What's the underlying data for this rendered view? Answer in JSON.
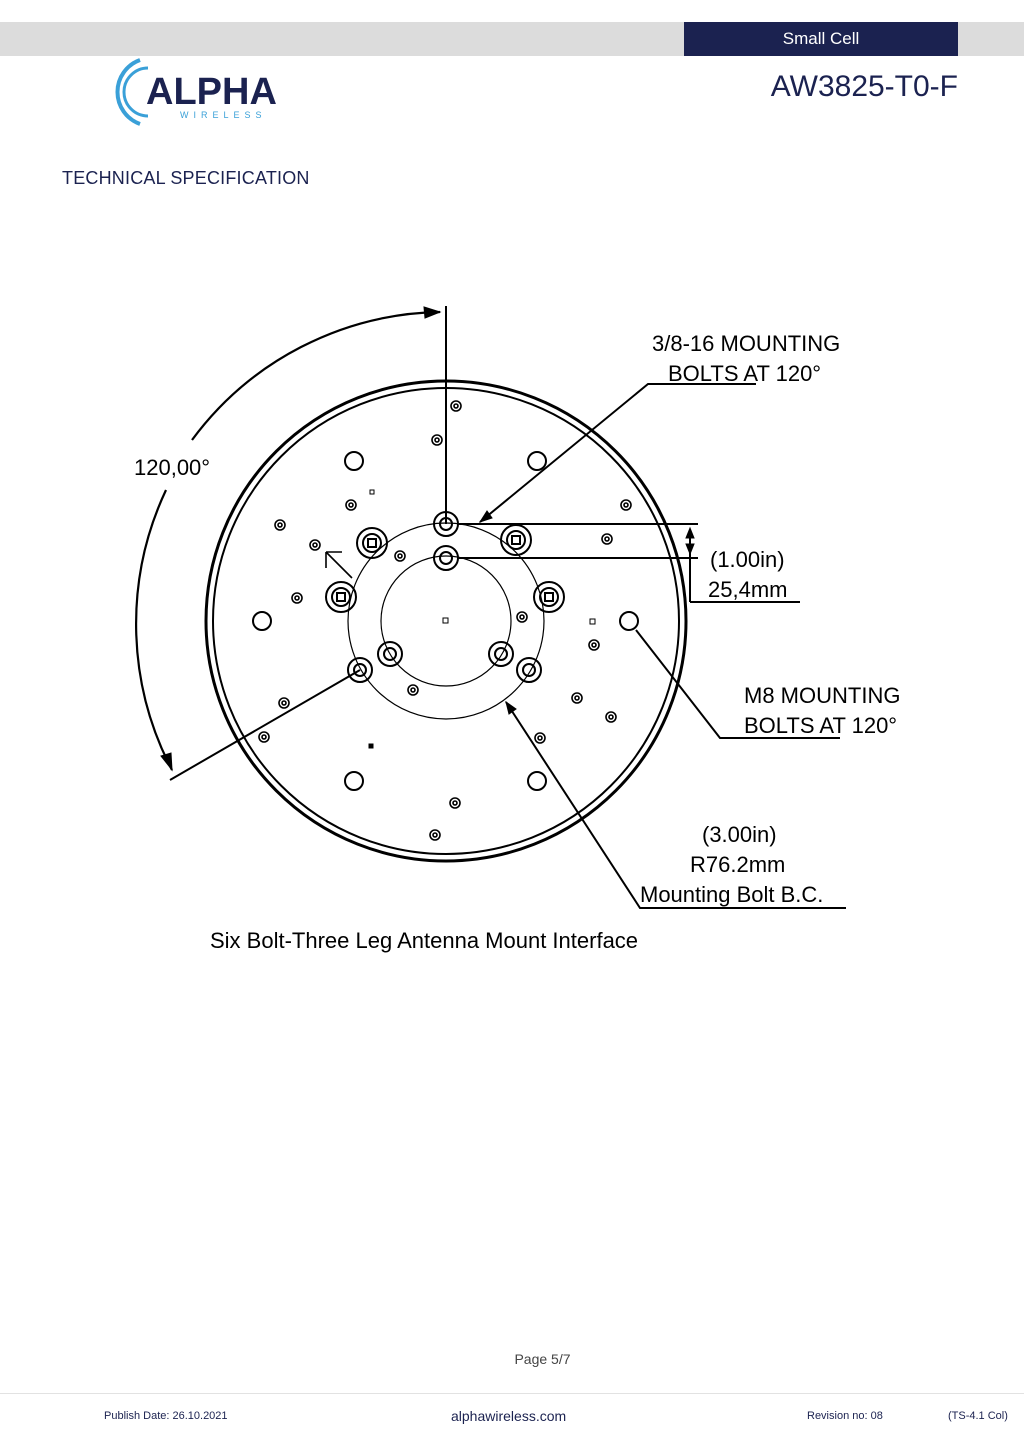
{
  "header": {
    "category": "Small Cell",
    "product_code": "AW3825-T0-F",
    "brand": {
      "name": "ALPHA",
      "tagline": "WIRELESS",
      "color": "#1b2250",
      "accent": "#3aa0d8"
    }
  },
  "section": {
    "title": "TECHNICAL SPECIFICATION"
  },
  "drawing": {
    "angle_label": "120,00°",
    "callout_top_line1": "3/8-16 MOUNTING",
    "callout_top_line2": "BOLTS AT 120°",
    "offset_line1": "(1.00in)",
    "offset_line2": "25,4mm",
    "callout_m8_line1": "M8 MOUNTING",
    "callout_m8_line2": "BOLTS AT 120°",
    "radius_line1": "(3.00in)",
    "radius_line2": "R76.2mm",
    "radius_line3": "Mounting Bolt B.C.",
    "caption": "Six Bolt-Three Leg Antenna Mount Interface"
  },
  "footer": {
    "page": "Page 5/7",
    "publish_date": "Publish Date: 26.10.2021",
    "website": "alphawireless.com",
    "revision": "Revision no:  08",
    "form_code": "(TS-4.1 Col)"
  }
}
